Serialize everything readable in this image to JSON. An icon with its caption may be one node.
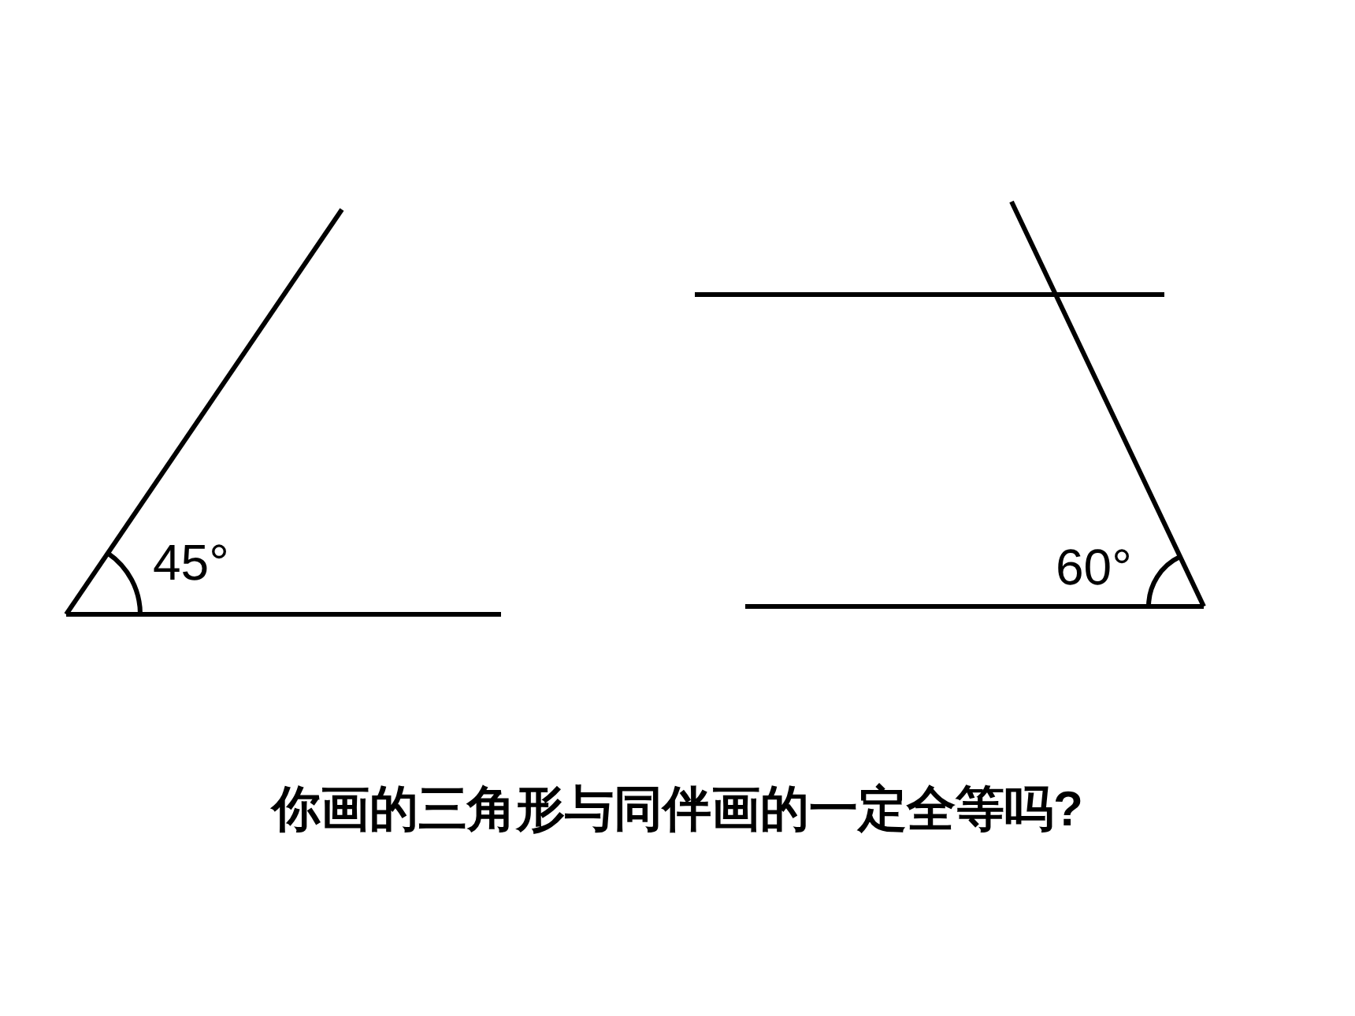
{
  "diagram": {
    "caption": "你画的三角形与同伴画的一定全等吗?",
    "labels": [
      "45°",
      "60°"
    ]
  }
}
